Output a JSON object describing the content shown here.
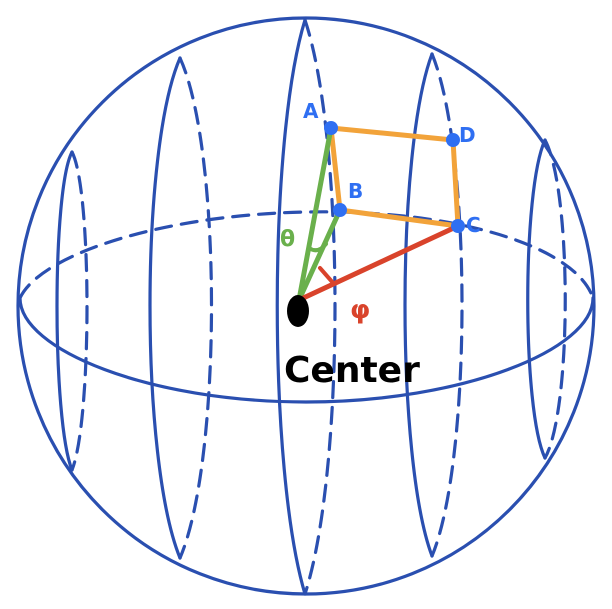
{
  "diagram": {
    "points": {
      "a": "A",
      "b": "B",
      "c": "C",
      "d": "D"
    },
    "angles": {
      "theta": "θ",
      "phi": "φ"
    },
    "center_label": "Center",
    "colors": {
      "sphere": "#2a4fb0",
      "points": "#2f6ff2",
      "patch": "#f2a33a",
      "polar": "#6ab04c",
      "azimuth": "#d9432b",
      "center": "#000000"
    }
  }
}
